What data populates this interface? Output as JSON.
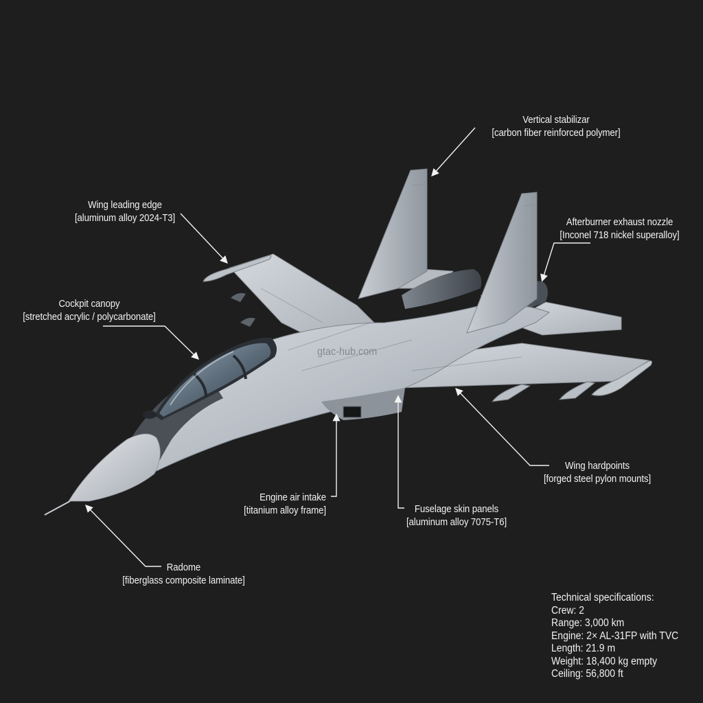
{
  "diagram": {
    "subject": "Twin-seat fighter jet material callout diagram",
    "background_color": "#1e1e1e",
    "text_color": "#f2f2f2",
    "watermark": "gtac-hub.com"
  },
  "callouts": [
    {
      "id": "vertical-stabilizer",
      "title": "Vertical stabilizar",
      "material": "[carbon fiber reinforced polymer]"
    },
    {
      "id": "wing-leading-edge",
      "title": "Wing leading edge",
      "material": "[aluminum alloy 2024-T3]"
    },
    {
      "id": "afterburner-exhaust-nozzle",
      "title": "Afterburner exhaust nozzle",
      "material": "[Inconel 718 nickel superalloy]"
    },
    {
      "id": "cockpit-canopy",
      "title": "Cockpit canopy",
      "material": "[stretched acrylic / polycarbonate]"
    },
    {
      "id": "wing-hardpoints",
      "title": "Wing hardpoints",
      "material": "[forged steel pylon mounts]"
    },
    {
      "id": "engine-air-intake",
      "title": "Engine air intake",
      "material": "[titanium alloy frame]"
    },
    {
      "id": "fuselage-skin-panels",
      "title": "Fuselage skin panels",
      "material": "[aluminum alloy 7075-T6]"
    },
    {
      "id": "radome",
      "title": "Radome",
      "material": "[fiberglass composite laminate]"
    }
  ],
  "specifications": {
    "heading": "Technical specifications:",
    "items": [
      "Crew: 2",
      "Range: 3,000 km",
      "Engine: 2× AL-31FP with TVC",
      "Length: 21.9 m",
      "Weight: 18,400 kg empty",
      "Ceiling: 56,800 ft"
    ]
  }
}
